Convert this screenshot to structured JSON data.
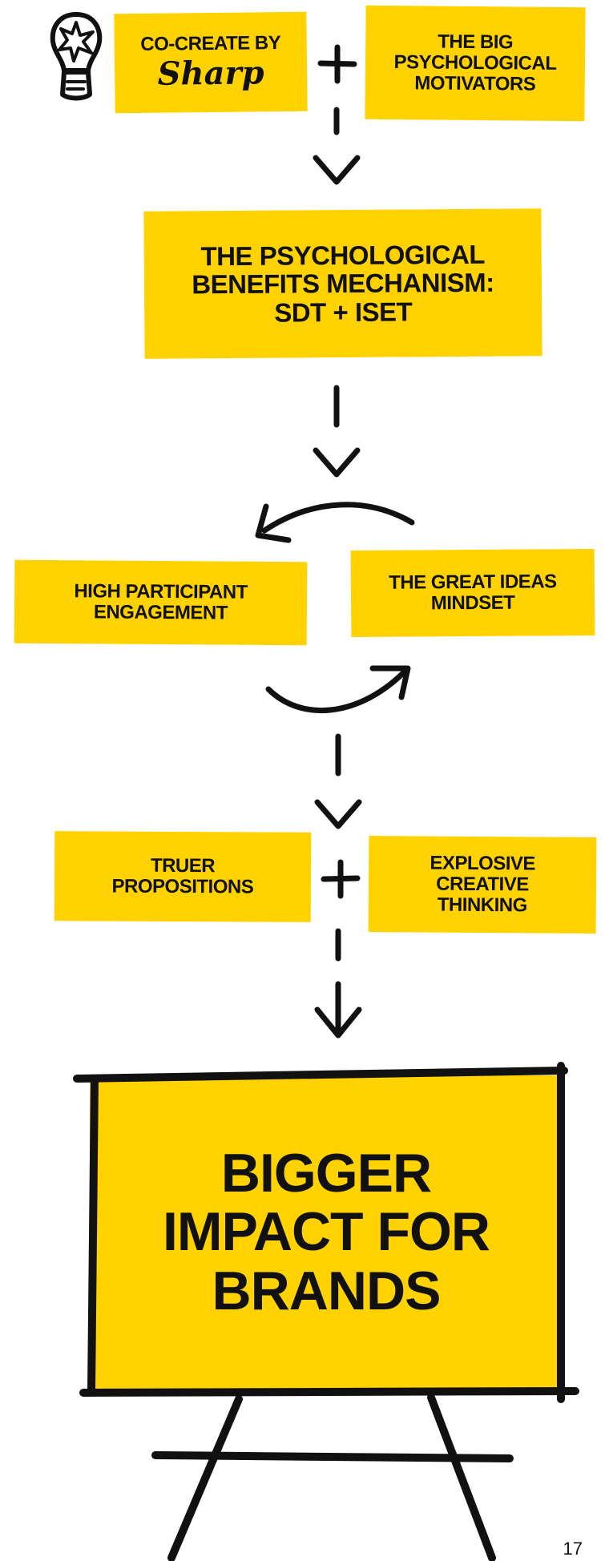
{
  "boxes": {
    "cocreate_line1": "CO-CREATE BY",
    "cocreate_brand": "Sharp",
    "motivators_line1": "THE BIG",
    "motivators_line2": "PSYCHOLOGICAL",
    "motivators_line3": "MOTIVATORS",
    "mechanism_line1": "THE PSYCHOLOGICAL",
    "mechanism_line2": "BENEFITS MECHANISM:",
    "mechanism_line3": "SDT + ISET",
    "engagement_line1": "HIGH PARTICIPANT",
    "engagement_line2": "ENGAGEMENT",
    "mindset_line1": "THE GREAT IDEAS",
    "mindset_line2": "MINDSET",
    "propositions_line1": "TRUER",
    "propositions_line2": "PROPOSITIONS",
    "creative_line1": "EXPLOSIVE",
    "creative_line2": "CREATIVE",
    "creative_line3": "THINKING",
    "impact_line1": "BIGGER",
    "impact_line2": "IMPACT FOR",
    "impact_line3": "BRANDS"
  },
  "operators": {
    "plus": "+"
  },
  "page_number": "17",
  "colors": {
    "accent": "#FFD200",
    "ink": "#111111"
  },
  "icons": [
    "lightbulb-icon",
    "easel-icon"
  ]
}
